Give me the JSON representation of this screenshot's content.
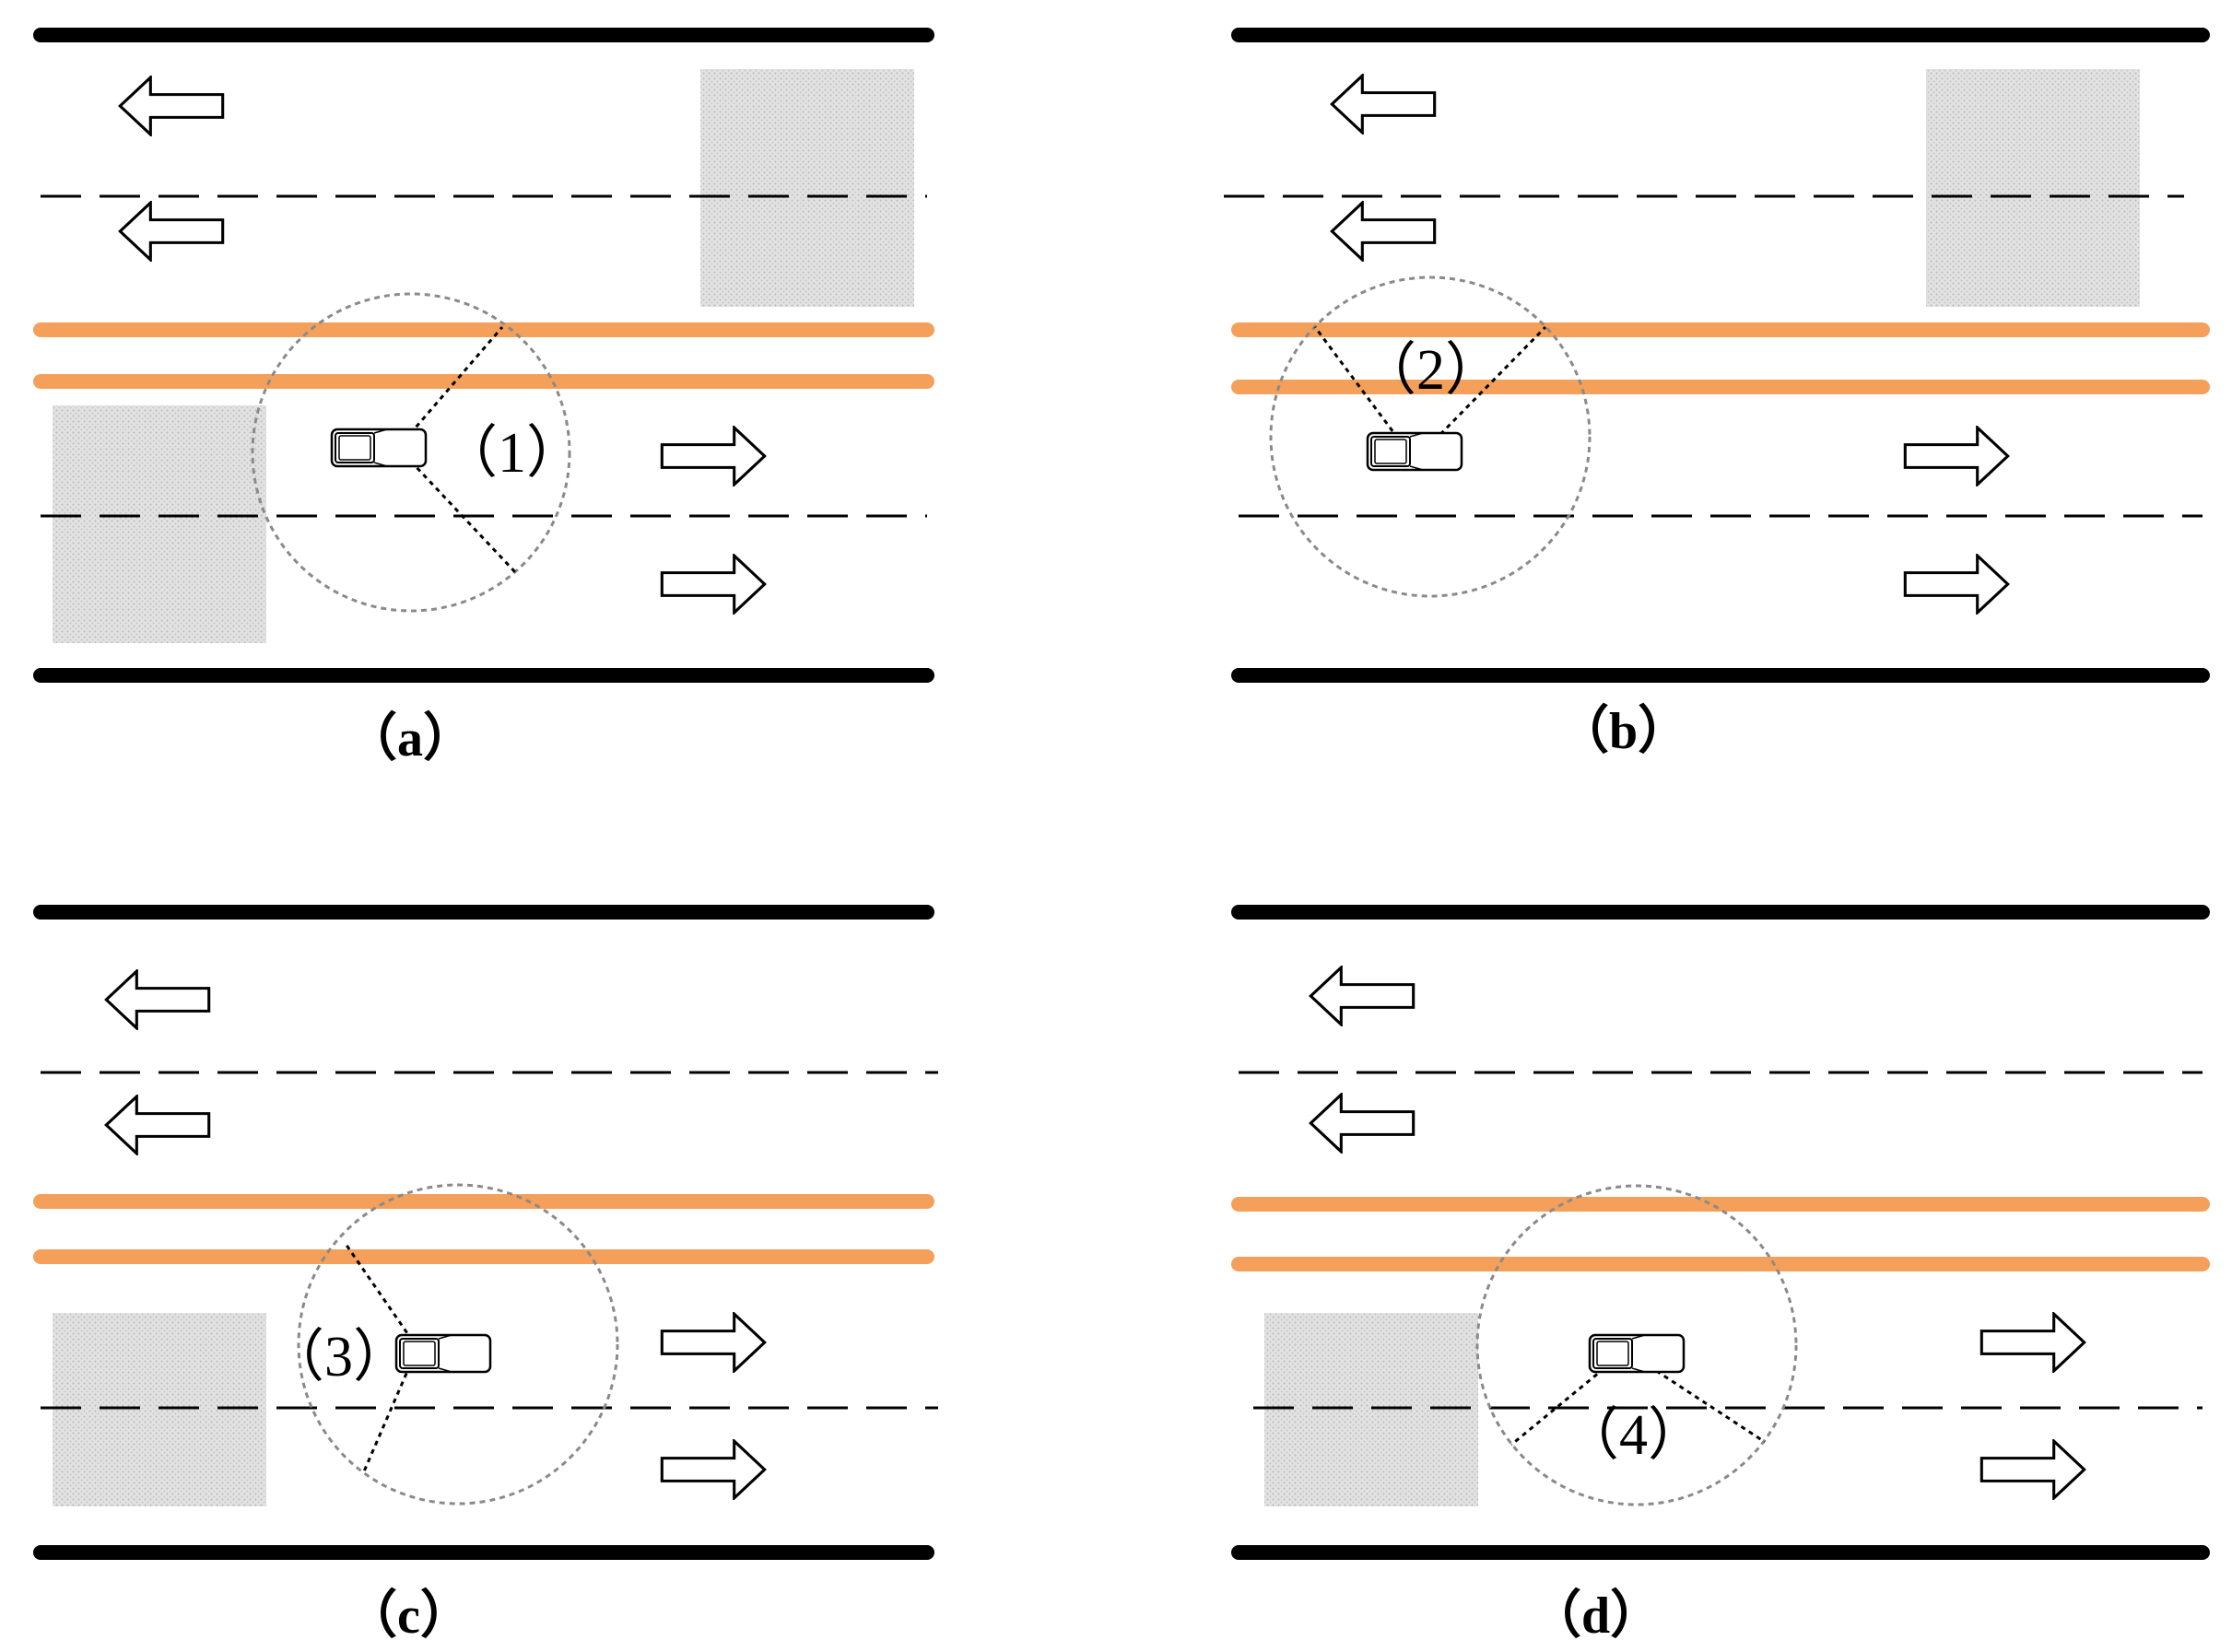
{
  "colors": {
    "road_edge": "#000000",
    "median_line": "#f4a05a",
    "lane_dash": "#000000",
    "obstacle_fill": "#d9d9d9",
    "sensor_range": "#888888",
    "background": "#ffffff"
  },
  "panels": [
    {
      "id": "a",
      "caption": "（a）",
      "zone_label": "（1）",
      "scenario": "obstacle-behind-left"
    },
    {
      "id": "b",
      "caption": "（b）",
      "zone_label": "（2）",
      "scenario": "median-view"
    },
    {
      "id": "c",
      "caption": "（c）",
      "zone_label": "（3）",
      "scenario": "obstacle-behind-right"
    },
    {
      "id": "d",
      "caption": "（d）",
      "zone_label": "（4）",
      "scenario": "obstacle-behind-lower"
    }
  ],
  "icons": {
    "direction_left": "arrow-left-icon",
    "direction_right": "arrow-right-icon",
    "vehicle": "car-icon"
  }
}
